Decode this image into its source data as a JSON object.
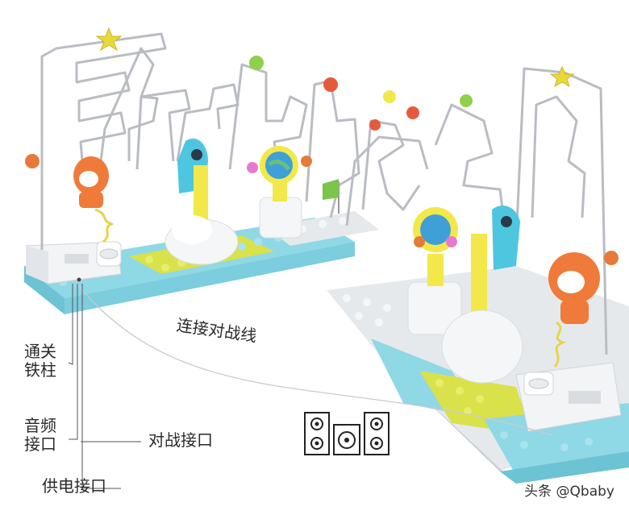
{
  "labels": {
    "clear_pillar": "通关\n铁柱",
    "audio_port": "音频\n接口",
    "power_port": "供电接口",
    "battle_port": "对战接口",
    "battle_cable": "连接对战线"
  },
  "watermark": "头条 @Qbaby",
  "colors": {
    "base_blue": "#8fd8e6",
    "base_yellow": "#d9e24a",
    "base_white": "#eef1f3",
    "astronaut_orange": "#f07a3a",
    "rocket_cyan": "#4fc6e0",
    "accent_yellow": "#f2e84a",
    "wire": "#b9bcc2"
  },
  "icons": [
    "speaker-icon-left",
    "speaker-icon-center",
    "speaker-icon-right"
  ]
}
